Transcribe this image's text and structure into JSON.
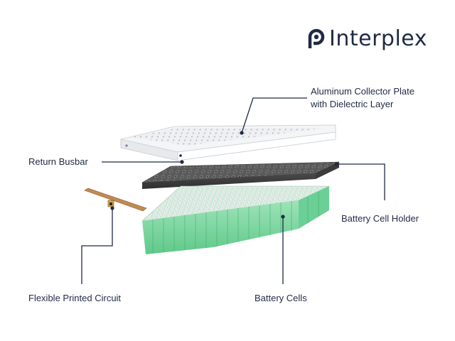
{
  "brand": {
    "name": "Interplex",
    "logo_icon": "interplex-logo-icon",
    "color": "#1f2a44"
  },
  "labels": {
    "collector_plate": [
      "Aluminum Collector Plate",
      "with Dielectric Layer"
    ],
    "return_busbar": "Return Busbar",
    "cell_holder": "Battery Cell Holder",
    "fpc": "Flexible Printed Circuit",
    "cells": "Battery Cells"
  },
  "colors": {
    "callout": "#1f2a44",
    "plate": "#f2f3f5",
    "holder": "#5e5e5e",
    "cell_green": "#7ed6a2",
    "cell_top": "#e9ecef",
    "fpc": "#c08a55"
  }
}
